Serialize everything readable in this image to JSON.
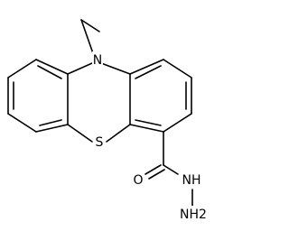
{
  "molecule": {
    "atoms": {
      "n_ring": "N",
      "s_ring": "S",
      "o_carbonyl": "O",
      "nh": "NH",
      "nh2": "NH2"
    }
  }
}
